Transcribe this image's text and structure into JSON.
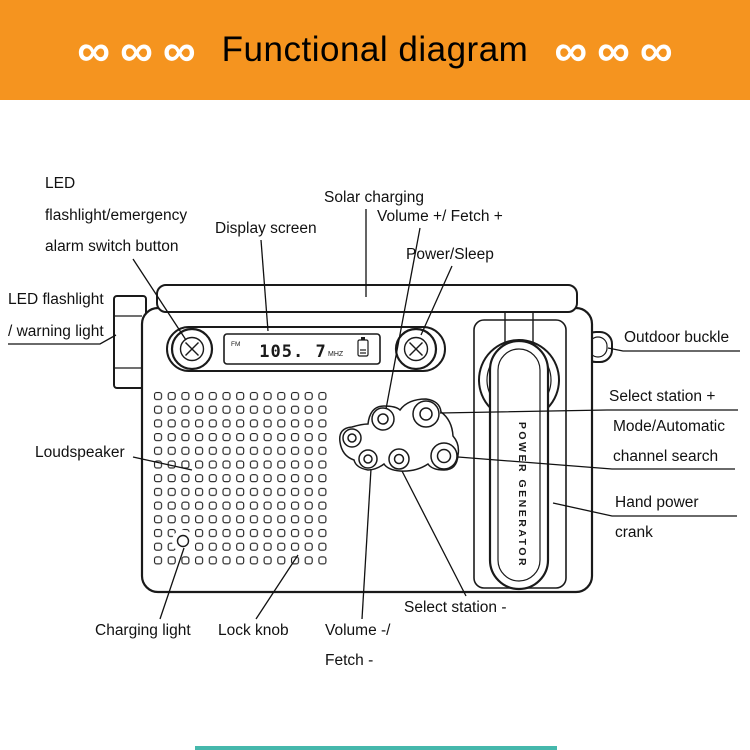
{
  "colors": {
    "banner_bg": "#F5941F",
    "banner_symbols": "#FFFFFF",
    "banner_title": "#000000",
    "line_ink": "#1A1A1A",
    "footer_peek": "#45B8AC"
  },
  "header": {
    "infinity_left": "∞∞∞",
    "title": "Functional diagram",
    "infinity_right": "∞∞∞"
  },
  "device": {
    "display_band": "FM",
    "display_frequency": "105. 7",
    "display_unit": "MHZ",
    "crank_text": "POWER GENERATOR"
  },
  "labels": {
    "led_switch_1": "LED",
    "led_switch_2": "flashlight/emergency",
    "led_switch_3": "alarm switch button",
    "display_screen": "Display screen",
    "solar_charging": "Solar charging",
    "volume_plus": "Volume +/ Fetch +",
    "power_sleep": "Power/Sleep",
    "led_warning_1": "LED flashlight",
    "led_warning_2": "/ warning light",
    "outdoor_buckle": "Outdoor buckle",
    "select_station_plus": "Select station +",
    "mode_auto_1": "Mode/Automatic",
    "mode_auto_2": "channel search",
    "loudspeaker": "Loudspeaker",
    "hand_crank_1": "Hand power",
    "hand_crank_2": "crank",
    "select_station_minus": "Select station -",
    "charging_light": "Charging light",
    "lock_knob": "Lock knob",
    "volume_minus_1": "Volume -/",
    "volume_minus_2": "Fetch -"
  }
}
